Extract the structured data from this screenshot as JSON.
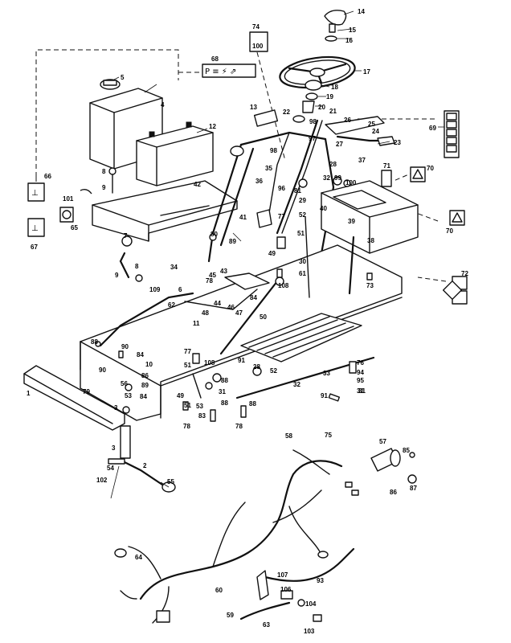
{
  "callouts": [
    {
      "id": "c14",
      "text": "14"
    },
    {
      "id": "c15",
      "text": "15"
    },
    {
      "id": "c16",
      "text": "16"
    },
    {
      "id": "c17",
      "text": "17"
    },
    {
      "id": "c18",
      "text": "18"
    },
    {
      "id": "c19",
      "text": "19"
    },
    {
      "id": "c20",
      "text": "20"
    },
    {
      "id": "c21",
      "text": "21"
    },
    {
      "id": "c22",
      "text": "22"
    },
    {
      "id": "c98a",
      "text": "98"
    },
    {
      "id": "c26",
      "text": "26"
    },
    {
      "id": "c25",
      "text": "25"
    },
    {
      "id": "c24",
      "text": "24"
    },
    {
      "id": "c23",
      "text": "23"
    },
    {
      "id": "c27",
      "text": "27"
    },
    {
      "id": "c97",
      "text": "97"
    },
    {
      "id": "c74",
      "text": "74"
    },
    {
      "id": "c68",
      "text": "68"
    },
    {
      "id": "c5",
      "text": "5"
    },
    {
      "id": "c4",
      "text": "4"
    },
    {
      "id": "c13",
      "text": "13"
    },
    {
      "id": "c12",
      "text": "12"
    },
    {
      "id": "c69",
      "text": "69"
    },
    {
      "id": "c8a",
      "text": "8"
    },
    {
      "id": "c9a",
      "text": "9"
    },
    {
      "id": "c42",
      "text": "42"
    },
    {
      "id": "c66",
      "text": "66"
    },
    {
      "id": "c101",
      "text": "101"
    },
    {
      "id": "c65",
      "text": "65"
    },
    {
      "id": "c67",
      "text": "67"
    },
    {
      "id": "c36",
      "text": "36"
    },
    {
      "id": "c35",
      "text": "35"
    },
    {
      "id": "c96",
      "text": "96"
    },
    {
      "id": "c98b",
      "text": "98"
    },
    {
      "id": "c28",
      "text": "28"
    },
    {
      "id": "c37",
      "text": "37"
    },
    {
      "id": "c71",
      "text": "71"
    },
    {
      "id": "c70a",
      "text": "70"
    },
    {
      "id": "c32a",
      "text": "32"
    },
    {
      "id": "c99",
      "text": "99"
    },
    {
      "id": "c100",
      "text": "100"
    },
    {
      "id": "c81",
      "text": "81"
    },
    {
      "id": "c29",
      "text": "29"
    },
    {
      "id": "c40",
      "text": "40"
    },
    {
      "id": "c41",
      "text": "41"
    },
    {
      "id": "c77a",
      "text": "77"
    },
    {
      "id": "c52a",
      "text": "52"
    },
    {
      "id": "c39",
      "text": "39"
    },
    {
      "id": "c70b",
      "text": "70"
    },
    {
      "id": "c7",
      "text": "7"
    },
    {
      "id": "c80",
      "text": "80"
    },
    {
      "id": "c89a",
      "text": "89"
    },
    {
      "id": "c51a",
      "text": "51"
    },
    {
      "id": "c38",
      "text": "38"
    },
    {
      "id": "c49a",
      "text": "49"
    },
    {
      "id": "c30",
      "text": "30"
    },
    {
      "id": "c8b",
      "text": "8"
    },
    {
      "id": "c34",
      "text": "34"
    },
    {
      "id": "c9b",
      "text": "9"
    },
    {
      "id": "c109",
      "text": "109"
    },
    {
      "id": "c43",
      "text": "43"
    },
    {
      "id": "c45",
      "text": "45"
    },
    {
      "id": "c78a",
      "text": "78"
    },
    {
      "id": "c108a",
      "text": "108"
    },
    {
      "id": "c61",
      "text": "61"
    },
    {
      "id": "c73",
      "text": "73"
    },
    {
      "id": "c72",
      "text": "72"
    },
    {
      "id": "c62",
      "text": "62"
    },
    {
      "id": "c6",
      "text": "6"
    },
    {
      "id": "c44",
      "text": "44"
    },
    {
      "id": "c46",
      "text": "46"
    },
    {
      "id": "c47",
      "text": "47"
    },
    {
      "id": "c48",
      "text": "48"
    },
    {
      "id": "c84a",
      "text": "84"
    },
    {
      "id": "c50",
      "text": "50"
    },
    {
      "id": "c11",
      "text": "11"
    },
    {
      "id": "c88a",
      "text": "88"
    },
    {
      "id": "c90a",
      "text": "90"
    },
    {
      "id": "c84b",
      "text": "84"
    },
    {
      "id": "c77b",
      "text": "77"
    },
    {
      "id": "c108b",
      "text": "108"
    },
    {
      "id": "c91a",
      "text": "91"
    },
    {
      "id": "c28b",
      "text": "28"
    },
    {
      "id": "c52b",
      "text": "52"
    },
    {
      "id": "c76",
      "text": "76"
    },
    {
      "id": "c33",
      "text": "33"
    },
    {
      "id": "c94",
      "text": "94"
    },
    {
      "id": "c95",
      "text": "95"
    },
    {
      "id": "c31a",
      "text": "31"
    },
    {
      "id": "c90b",
      "text": "90"
    },
    {
      "id": "c10",
      "text": "10"
    },
    {
      "id": "c86",
      "text": "86"
    },
    {
      "id": "c89b",
      "text": "89"
    },
    {
      "id": "c79",
      "text": "79"
    },
    {
      "id": "c56",
      "text": "56"
    },
    {
      "id": "c53a",
      "text": "53"
    },
    {
      "id": "c84c",
      "text": "84"
    },
    {
      "id": "c1",
      "text": "1"
    },
    {
      "id": "c3a",
      "text": "3"
    },
    {
      "id": "c51b",
      "text": "51"
    },
    {
      "id": "c88b",
      "text": "88"
    },
    {
      "id": "c49b",
      "text": "49"
    },
    {
      "id": "c51c",
      "text": "51"
    },
    {
      "id": "c53b",
      "text": "53"
    },
    {
      "id": "c83",
      "text": "83"
    },
    {
      "id": "c78b",
      "text": "78"
    },
    {
      "id": "c31b",
      "text": "31"
    },
    {
      "id": "c32b",
      "text": "32"
    },
    {
      "id": "c88c",
      "text": "88"
    },
    {
      "id": "c78c",
      "text": "78"
    },
    {
      "id": "c91b",
      "text": "91"
    },
    {
      "id": "c88d",
      "text": "88"
    },
    {
      "id": "c31c",
      "text": "31"
    },
    {
      "id": "c3b",
      "text": "3"
    },
    {
      "id": "c54",
      "text": "54"
    },
    {
      "id": "c102",
      "text": "102"
    },
    {
      "id": "c2",
      "text": "2"
    },
    {
      "id": "c55",
      "text": "55"
    },
    {
      "id": "c58",
      "text": "58"
    },
    {
      "id": "c75",
      "text": "75"
    },
    {
      "id": "c57",
      "text": "57"
    },
    {
      "id": "c85",
      "text": "85"
    },
    {
      "id": "c87",
      "text": "87"
    },
    {
      "id": "c86b",
      "text": "86"
    },
    {
      "id": "c64",
      "text": "64"
    },
    {
      "id": "c60",
      "text": "60"
    },
    {
      "id": "c107",
      "text": "107"
    },
    {
      "id": "c93",
      "text": "93"
    },
    {
      "id": "c106",
      "text": "106"
    },
    {
      "id": "c104",
      "text": "104"
    },
    {
      "id": "c59",
      "text": "59"
    },
    {
      "id": "c63",
      "text": "63"
    },
    {
      "id": "c103",
      "text": "103"
    }
  ],
  "decal_74": "100",
  "decal_68": "P ≡ ⚡ ⇗"
}
